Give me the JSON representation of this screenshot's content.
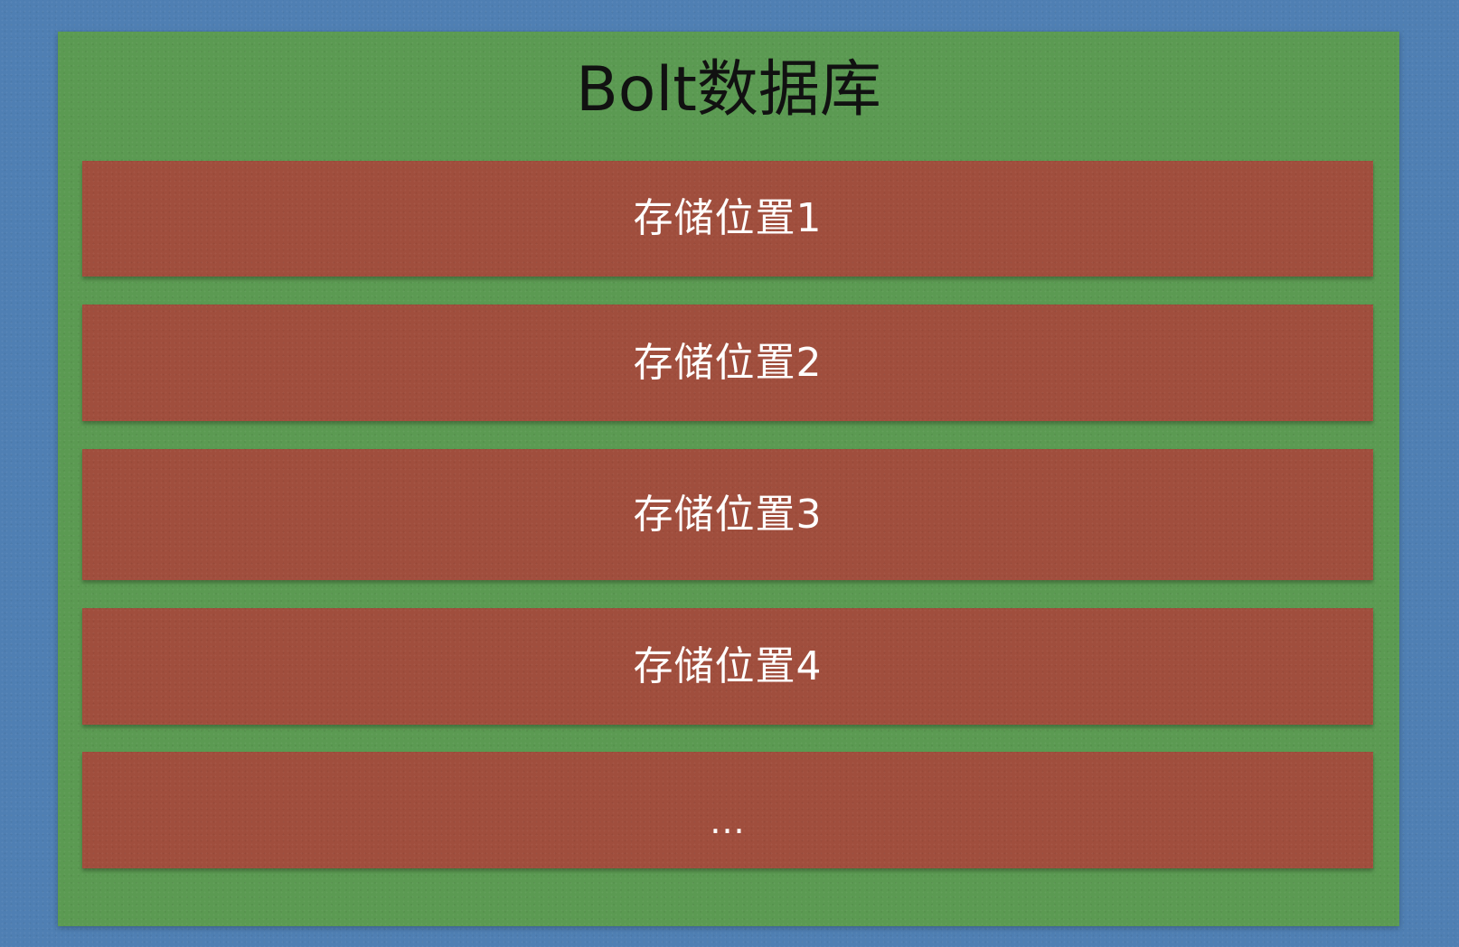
{
  "diagram": {
    "title": "Bolt数据库",
    "slots": [
      {
        "label": "存储位置1"
      },
      {
        "label": "存储位置2"
      },
      {
        "label": "存储位置3"
      },
      {
        "label": "存储位置4"
      },
      {
        "label": "..."
      }
    ]
  },
  "colors": {
    "background": "#4f7fb3",
    "database_box": "#5b9a52",
    "storage_slot": "#a04e3d",
    "title_text": "#111111",
    "slot_text": "#ffffff"
  }
}
